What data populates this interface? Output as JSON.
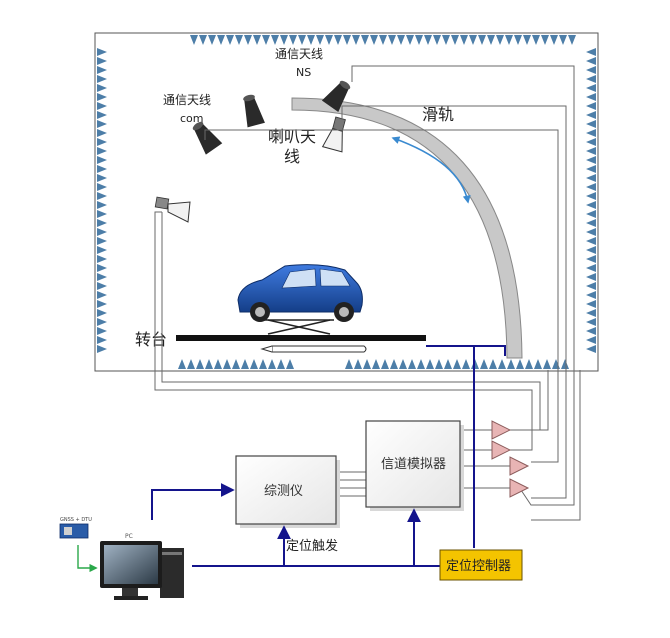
{
  "labels": {
    "antenna_ns_line1": "通信天线",
    "antenna_ns_line2": "NS",
    "antenna_com_line1": "通信天线",
    "antenna_com_line2": "com",
    "horn_line1": "喇叭天",
    "horn_line2": "线",
    "rail": "滑轨",
    "turntable": "转台",
    "test_instrument": "综测仪",
    "channel_emulator": "信道模拟器",
    "position_trigger": "定位触发",
    "position_controller": "定位控制器",
    "pc": "PC",
    "gps_module": "GNSS + DTU"
  },
  "colors": {
    "absorber": "#4d7ea8",
    "wire_blue": "#14148c",
    "wire_gray": "#6a6a6a",
    "rail_fill": "#c8c8c8",
    "rail_arrow": "#3a8ad0",
    "controller_fill": "#f4c400",
    "amplifier_fill": "#e8b4b4",
    "car_body": "#1d4fa8",
    "box_fill": "#ffffff"
  },
  "icons": {
    "chamber": "anechoic-chamber",
    "horn": "horn-antenna-icon",
    "car": "car-icon",
    "pc": "desktop-pc-icon",
    "amplifier": "amplifier-triangle-icon"
  }
}
